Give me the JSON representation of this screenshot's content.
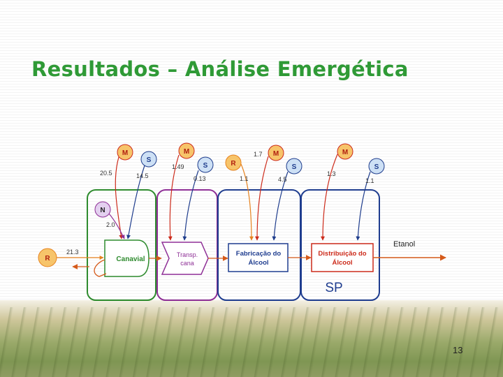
{
  "title": "Resultados – Análise Emergética",
  "page_number": "13",
  "diagram": {
    "region_label": "SP",
    "output_label": "Etanol",
    "processes": {
      "canavial": "Canavial",
      "transp_line1": "Transp.",
      "transp_line2": "cana",
      "fabricacao_line1": "Fabricação do",
      "fabricacao_line2": "Álcool",
      "distribuicao_line1": "Distribuição do",
      "distribuicao_line2": "Álcool"
    },
    "sources": {
      "m": "M",
      "s": "S",
      "r": "R",
      "n": "N"
    },
    "flows": {
      "m1": "20.5",
      "s1": "14.5",
      "n1": "2.0",
      "r_main": "21.3",
      "m2": "1.49",
      "s2": "0.13",
      "r3": "1.1",
      "m3": "1.7",
      "s3": "4.5",
      "m4": "1.3",
      "s4": "1.1"
    },
    "colors": {
      "agri_border": "#2e8b2e",
      "transport_border": "#8e2f96",
      "industry_border": "#1f3d8f",
      "source_fill": "#f7c46a",
      "service_fill": "#cde0f5",
      "m_arrow": "#cc2a1a",
      "s_arrow": "#1e3c8c",
      "r_arrow": "#e6821e",
      "output_arrow": "#d55a1a"
    }
  }
}
